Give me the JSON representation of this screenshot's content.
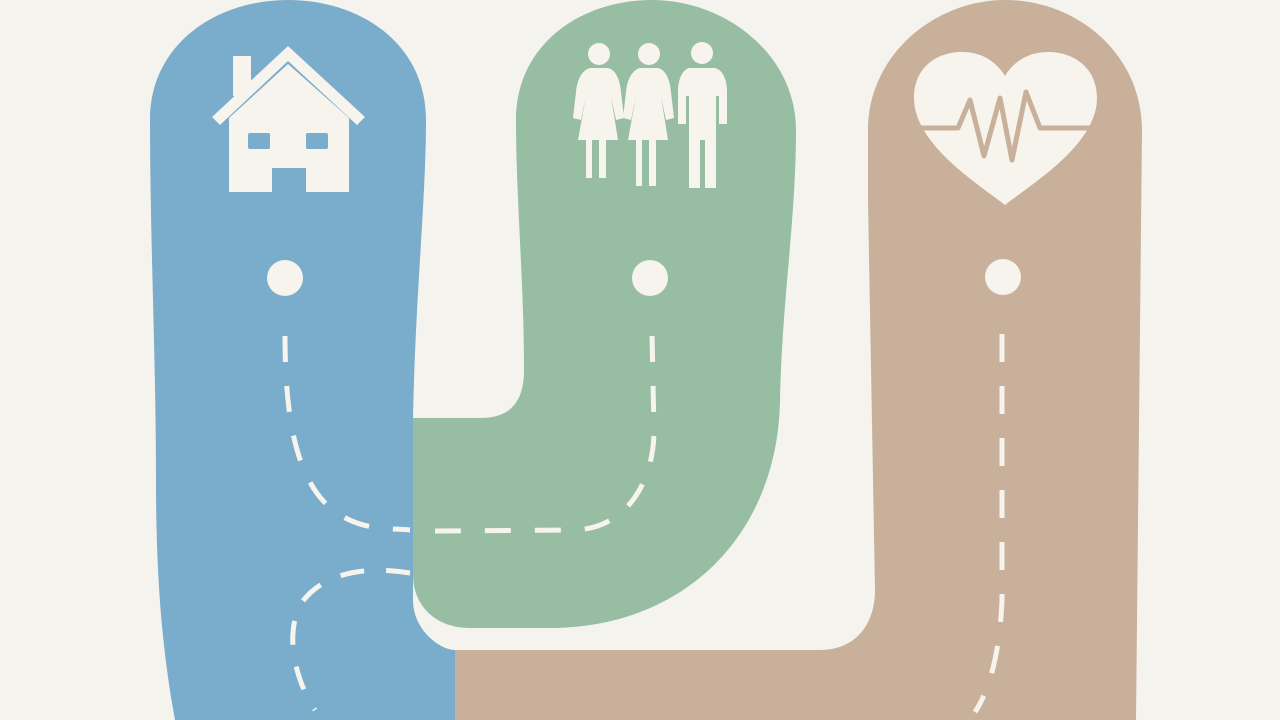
{
  "colors": {
    "background": "#f5f3ee",
    "home_path": "#7aaccc",
    "family_path": "#97bea3",
    "health_path": "#c8b09a",
    "marker": "#f7f4ee"
  },
  "paths": [
    {
      "id": "home",
      "icon": "house-icon",
      "color": "home_path"
    },
    {
      "id": "family",
      "icon": "family-icon",
      "color": "family_path"
    },
    {
      "id": "health",
      "icon": "heartbeat-icon",
      "color": "health_path"
    }
  ]
}
